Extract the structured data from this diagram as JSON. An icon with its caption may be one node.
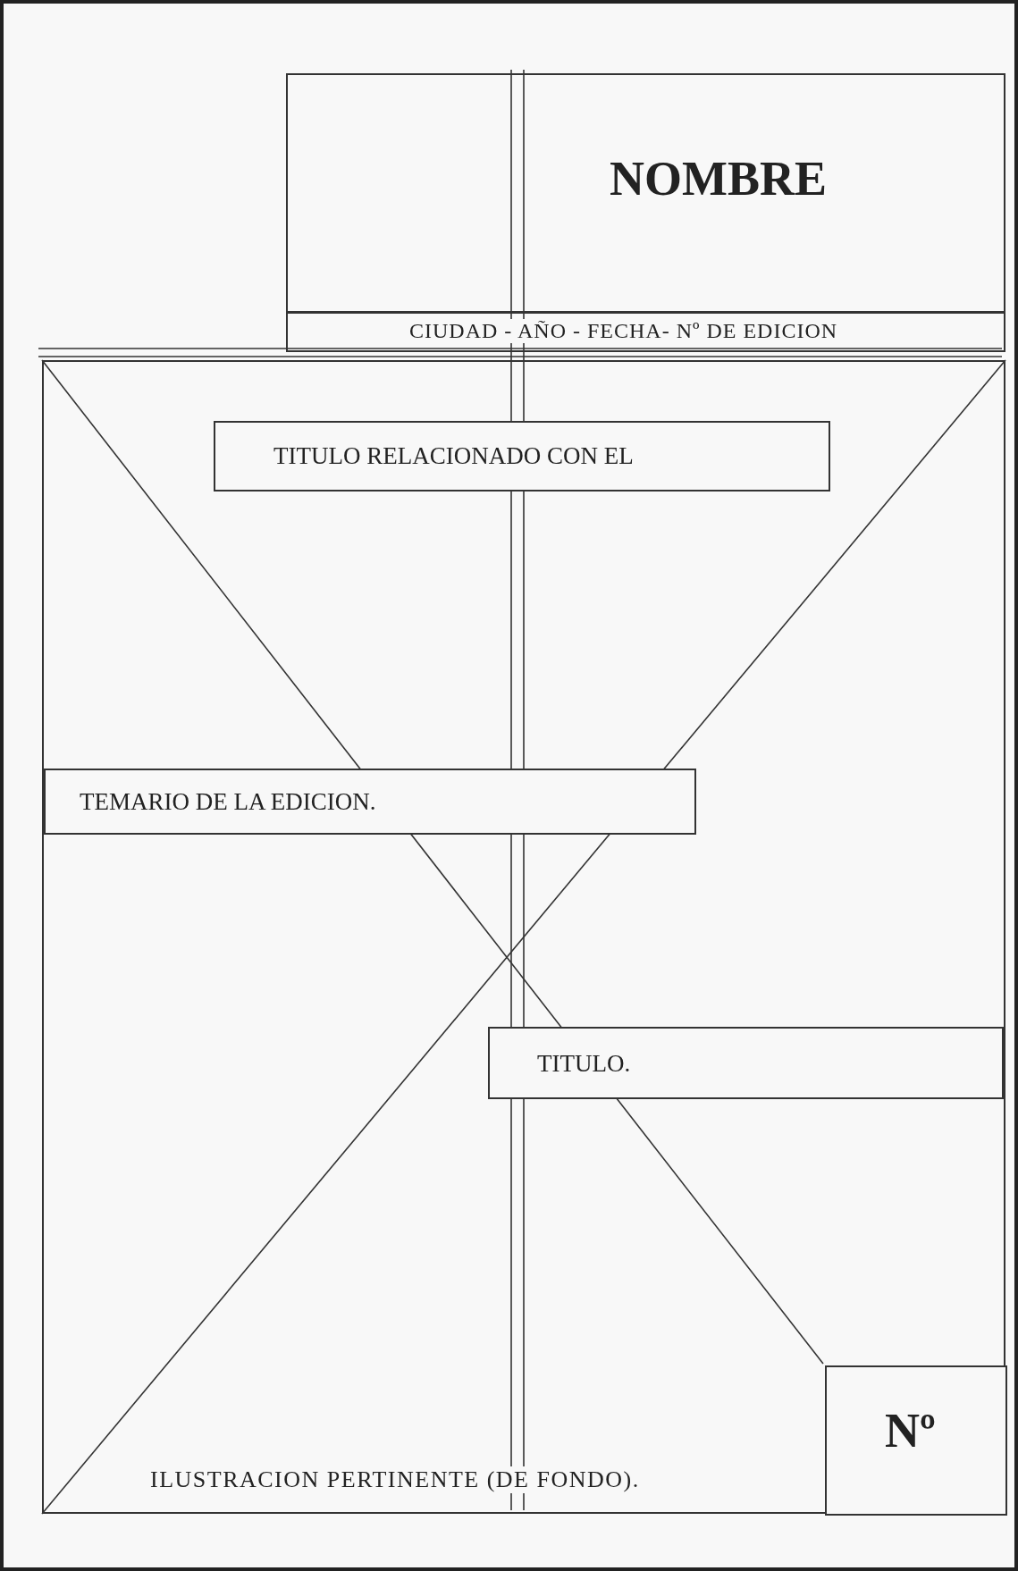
{
  "diagram": {
    "nodes": [
      {
        "text": [
          "NOMBRE"
        ]
      },
      {
        "text": [
          "CIUDAD - AÑO - FECHA- Nº DE EDICION"
        ]
      },
      {
        "text": [
          "ILUSTRACION PERTINENTE (DE FONDO)."
        ]
      },
      {
        "text": [
          "TITULO RELACIONADO CON EL"
        ],
        "in": 2
      },
      {
        "text": [
          "TEMARIO DE LA EDICION."
        ],
        "in": 2
      },
      {
        "text": [
          "TITULO."
        ],
        "in": 2
      },
      {
        "text": [
          "Nº"
        ],
        "in": 2
      }
    ]
  }
}
